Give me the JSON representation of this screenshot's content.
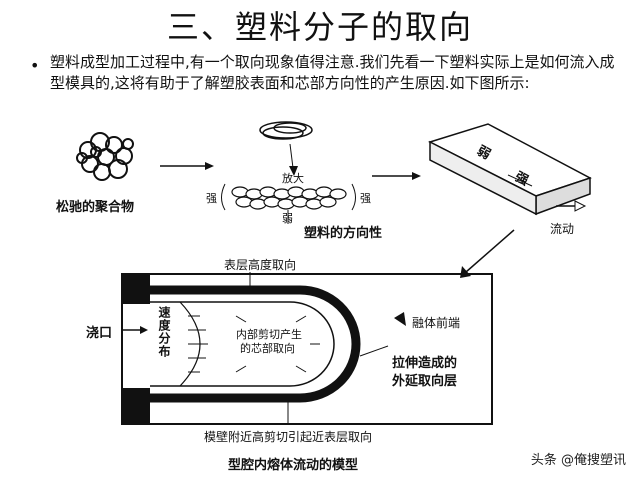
{
  "title": "三、塑料分子的取向",
  "bullet": "•",
  "paragraph": "塑料成型加工过程中,有一个取向现象值得注意.我们先看一下塑料实际上是如何流入成型模具的,这将有助于了解塑胶表面和芯部方向性的产生原因.如下图所示:",
  "top_diagram": {
    "relaxed_label": "松驰的聚合物",
    "magnify_label": "放大",
    "strong_left": "强",
    "strong_right": "强",
    "weak_label": "弱",
    "orientation_label": "塑料的方向性",
    "block_label_1": "弱",
    "block_label_2": "强",
    "flow_label": "流动"
  },
  "mold_diagram": {
    "surface_label": "表层高度取向",
    "gate_label": "浇口",
    "velocity_label": "速度分布",
    "core_label_1": "内部剪切产生",
    "core_label_2": "的芯部取向",
    "melt_front_label": "融体前端",
    "stretch_label_1": "拉伸造成的",
    "stretch_label_2": "外延取向层",
    "wall_label": "模壁附近高剪切引起近表层取向",
    "caption": "型腔内熔体流动的模型"
  },
  "watermark": "头条 @俺搜塑讯"
}
